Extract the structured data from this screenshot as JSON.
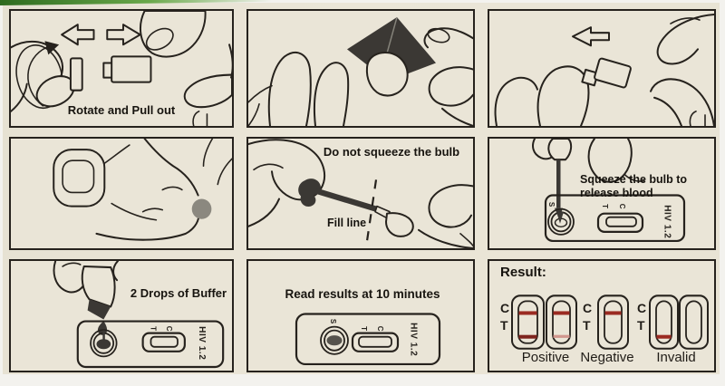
{
  "steps": {
    "step1": {
      "caption": "Rotate and Pull out"
    },
    "step5": {
      "caption": "Do not squeeze the bulb",
      "fill_line_label": "Fill line"
    },
    "step6": {
      "caption_line1": "Squeeze the bulb to",
      "caption_line2": "release blood"
    },
    "step7": {
      "caption": "2 Drops of Buffer"
    },
    "step8": {
      "caption": "Read results at 10 minutes"
    }
  },
  "cassette": {
    "sample_label": "S",
    "test_label": "T",
    "control_label": "C",
    "product_name": "HIV 1.2"
  },
  "results": {
    "title": "Result:",
    "control_label": "C",
    "test_label": "T",
    "outcomes": [
      {
        "label": "Positive",
        "strips": [
          {
            "lines": [
              "C",
              "T"
            ]
          },
          {
            "lines": [
              "C",
              "T-faint"
            ]
          }
        ]
      },
      {
        "label": "Negative",
        "strips": [
          {
            "lines": [
              "C"
            ]
          }
        ]
      },
      {
        "label": "Invalid",
        "strips": [
          {
            "lines": [
              "T"
            ]
          },
          {
            "lines": []
          }
        ]
      }
    ]
  },
  "colors": {
    "paper": "#eae5d7",
    "ink": "#26221d",
    "dark_fill": "#3b3834",
    "blood_gray": "#8b887f",
    "result_line_strong": "#9b2b22",
    "result_line_faint": "#d1968e",
    "edge_green": "#5a9a3e"
  }
}
